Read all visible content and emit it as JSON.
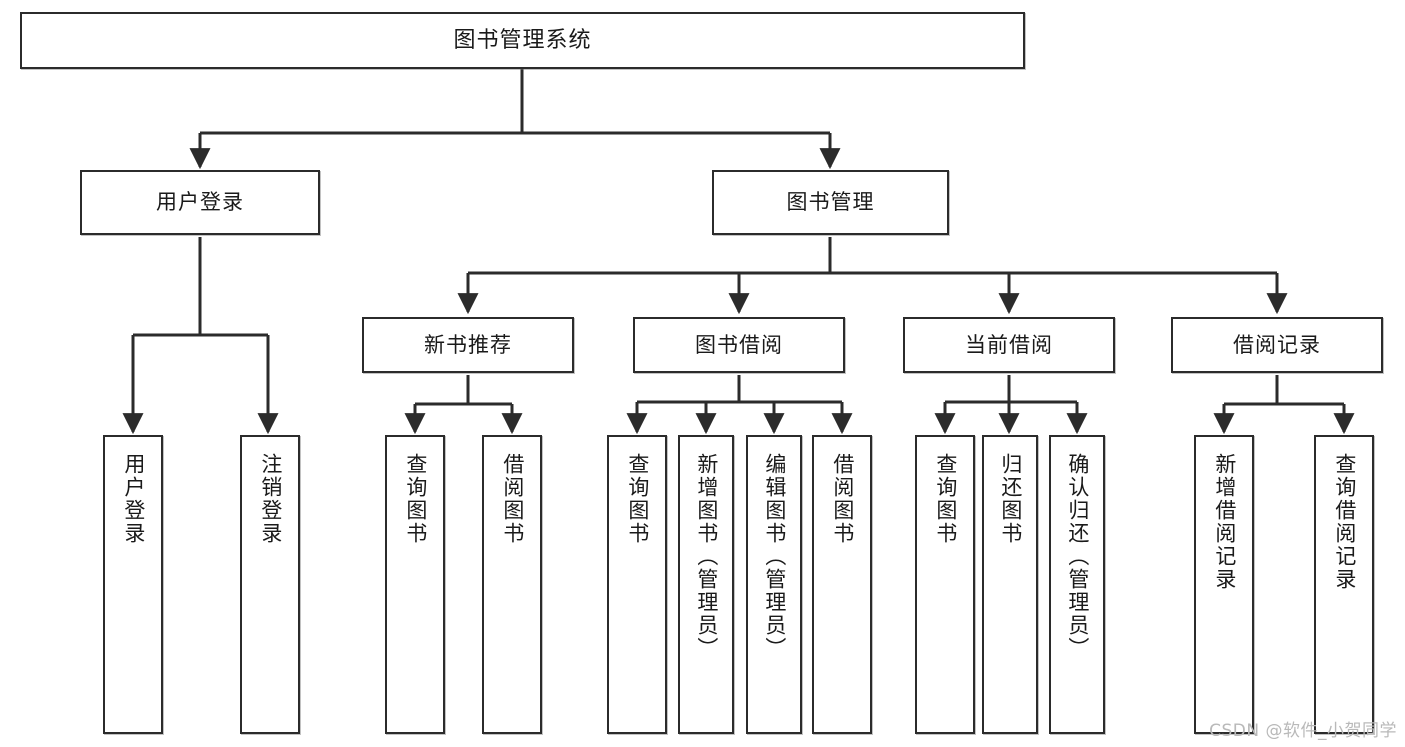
{
  "diagram": {
    "title": "图书管理系统",
    "watermark": "CSDN @软件_小贺同学",
    "accent_color": "#2b2b2b",
    "background_color": "#ffffff",
    "nodes": {
      "root": "图书管理系统",
      "level1": {
        "user_login": "用户登录",
        "book_manage": "图书管理"
      },
      "level2": {
        "new_book_recommend": "新书推荐",
        "book_borrow": "图书借阅",
        "current_borrow": "当前借阅",
        "borrow_record": "借阅记录"
      },
      "leaves": {
        "user_login_leaf": "用户登录",
        "logout_leaf": "注销登录",
        "rec_query_book": "查询图书",
        "rec_borrow_book": "借阅图书",
        "bb_query_book": "查询图书",
        "bb_add_book": "新增图书（管理员）",
        "bb_edit_book": "编辑图书（管理员）",
        "bb_borrow_book": "借阅图书",
        "cb_query_book": "查询图书",
        "cb_return_book": "归还图书",
        "cb_confirm_return": "确认归还（管理员）",
        "br_add_record": "新增借阅记录",
        "br_query_record": "查询借阅记录"
      }
    }
  }
}
